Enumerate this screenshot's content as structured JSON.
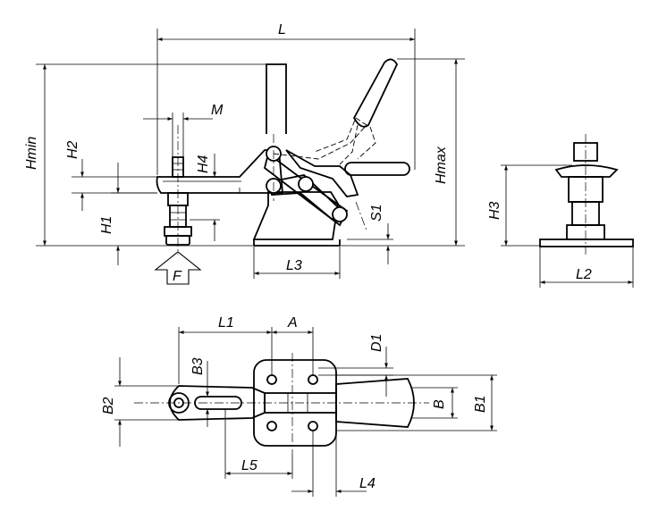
{
  "labels": {
    "L": "L",
    "M": "M",
    "Hmin": "Hmin",
    "Hmax": "Hmax",
    "H1": "H1",
    "H2": "H2",
    "H3": "H3",
    "H4": "H4",
    "S1": "S1",
    "L1": "L1",
    "L2": "L2",
    "L3": "L3",
    "L4": "L4",
    "L5": "L5",
    "A": "A",
    "B": "B",
    "B1": "B1",
    "B2": "B2",
    "B3": "B3",
    "D1": "D1",
    "F": "F"
  }
}
